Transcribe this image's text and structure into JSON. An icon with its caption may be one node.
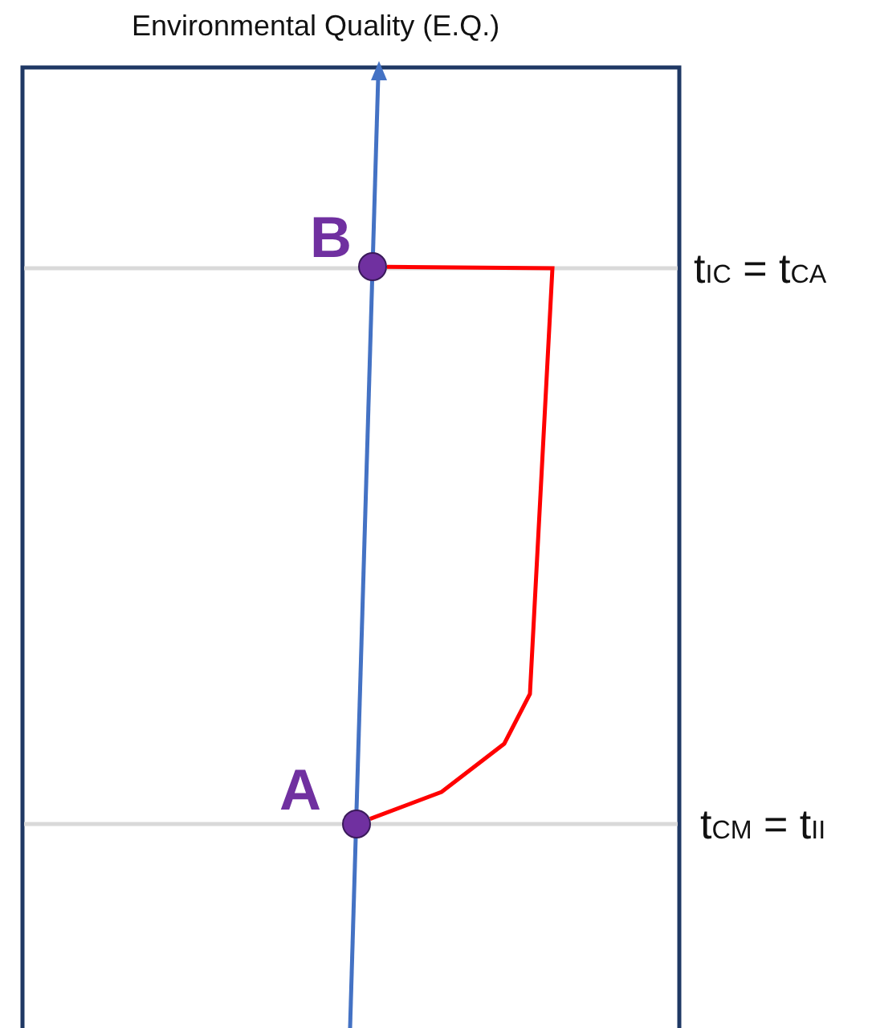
{
  "diagram": {
    "nodes": [
      {
        "text": [],
        "shape": "circle",
        "beside": [
          "B"
        ]
      },
      {
        "text": [],
        "shape": "circle",
        "beside": [
          "A"
        ]
      }
    ],
    "edges": [
      {
        "from": 1,
        "to": 0,
        "arrow": "none",
        "color": "#ff0000"
      }
    ],
    "labels": [
      "Environmental Quality (E.Q.)",
      "t$_{IC}$ = t$_{CA}$",
      "t$_{CM}$ = t$_{II}$"
    ]
  }
}
